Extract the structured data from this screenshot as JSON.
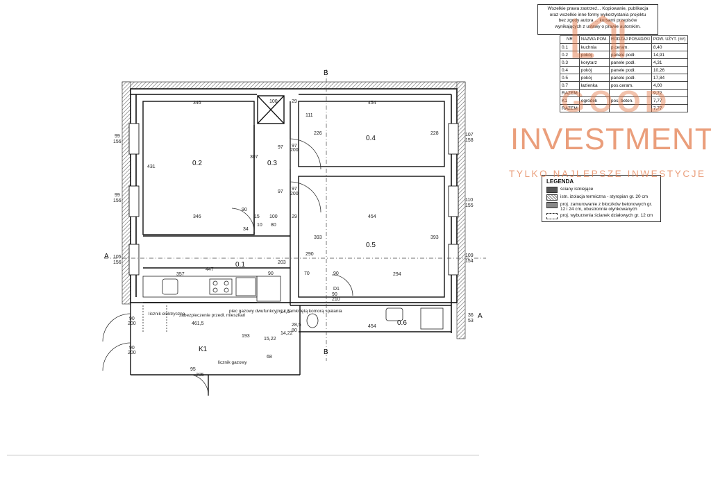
{
  "copyright": {
    "line1": "Wszelkie prawa zastrzeż... Kopiowanie, publikacja",
    "line2": "oraz wszelkie inne formy wykorzystania projektu",
    "line3": "bez zgody autora ... kursami przepisów",
    "line4": "wynikających z ustawy o prawie autorskim."
  },
  "room_table": {
    "headers": [
      "NR",
      "NAZWA POM.",
      "RODZAJ POSADZKI",
      "POW. UŻYT. (m²)"
    ],
    "rows": [
      [
        "0.1",
        "kuchnia",
        "p.ceram.",
        "8,40"
      ],
      [
        "0.2",
        "pokój",
        "panele podł.",
        "14,91"
      ],
      [
        "0.3",
        "korytarz",
        "panele podł.",
        "4,31"
      ],
      [
        "0.4",
        "pokój",
        "panele podł.",
        "10,26"
      ],
      [
        "0.5",
        "pokój",
        "panele podł.",
        "17,84"
      ],
      [
        "0.7",
        "łazienka",
        "pos.ceram.",
        "4,00"
      ],
      [
        "RAZEM",
        "",
        "",
        "9,72"
      ],
      [
        "K1",
        "ogródek",
        "pos. beton.",
        "7,77"
      ],
      [
        "RAZEM",
        "",
        "",
        "7,77"
      ]
    ]
  },
  "legend": {
    "title": "LEGENDA",
    "items": [
      {
        "swatch": "wall",
        "text": "ściany istniejące"
      },
      {
        "swatch": "insul",
        "text": "istn. izolacja termiczna - styropian gr. 20 cm"
      },
      {
        "swatch": "block",
        "text": "proj. zamurowanie z bloczków betonowych gr. 12 i 24 cm, obustronnie otynkowanych"
      },
      {
        "swatch": "demo",
        "text": "proj. wyburzenia ścianek działowych gr. 12 cm"
      }
    ]
  },
  "watermark": {
    "brand": "INVESTMENT",
    "tagline": "TYLKO NAJLEPSZE INWESTYCJE",
    "good": "GOOD",
    "color": "#e27848"
  },
  "rooms": [
    {
      "id": "0.2",
      "label": "0.2"
    },
    {
      "id": "0.3",
      "label": "0.3"
    },
    {
      "id": "0.4",
      "label": "0.4"
    },
    {
      "id": "0.5",
      "label": "0.5"
    },
    {
      "id": "0.1",
      "label": "0.1"
    },
    {
      "id": "0.6",
      "label": "0.6"
    },
    {
      "id": "K1",
      "label": "K1"
    },
    {
      "id": "D1",
      "label": "D1"
    }
  ],
  "section_marks": {
    "b_top": "B",
    "b_bottom": "B",
    "a_left": "A",
    "a_right": "A"
  },
  "notes": {
    "electric": "licznik elektryczne",
    "fuse": "zabezpieczenie przedł. mieszkań",
    "boiler": "piec gazowy dwufunkcyjny z zamkniętą komorą spalania",
    "gas": "licznik gazowy"
  },
  "dimensions": {
    "d346a": "346",
    "d346b": "346",
    "d454a": "454",
    "d454b": "454",
    "d454c": "454",
    "d447": "447",
    "d357": "357",
    "d294": "294",
    "d100a": "100",
    "d100b": "100",
    "d29a": "29",
    "d29b": "29",
    "d97a": "97",
    "d97b": "97",
    "d97c": "97",
    "d97d": "97",
    "d200a": "200",
    "d200b": "200",
    "d307": "307",
    "d111": "111",
    "d226": "226",
    "d228": "228",
    "d431": "431",
    "d393a": "393",
    "d393b": "393",
    "d290": "290",
    "d203": "203",
    "d90a": "90",
    "d90b": "90",
    "d90c": "90",
    "d90d": "90",
    "d70": "70",
    "d80": "80",
    "d15": "15",
    "d34": "34",
    "d10": "10",
    "w99a": "99",
    "w156a": "156",
    "w99b": "99",
    "w156b": "156",
    "w105": "105",
    "w156c": "156",
    "w107": "107",
    "w158": "158",
    "w110": "110",
    "w155": "155",
    "w109": "109",
    "w154": "154",
    "w36": "36",
    "w53": "53",
    "d461": "461,5",
    "d14": "14,5",
    "d28": "28,5",
    "d193": "193",
    "d1522": "15,22",
    "d1422": "14,22",
    "d68": "68",
    "d95": "95",
    "d205": "205",
    "d90e": "90",
    "d200c": "200",
    "d90f": "90",
    "d200d": "200",
    "d80b": "80",
    "d90g": "90",
    "d210": "210"
  }
}
